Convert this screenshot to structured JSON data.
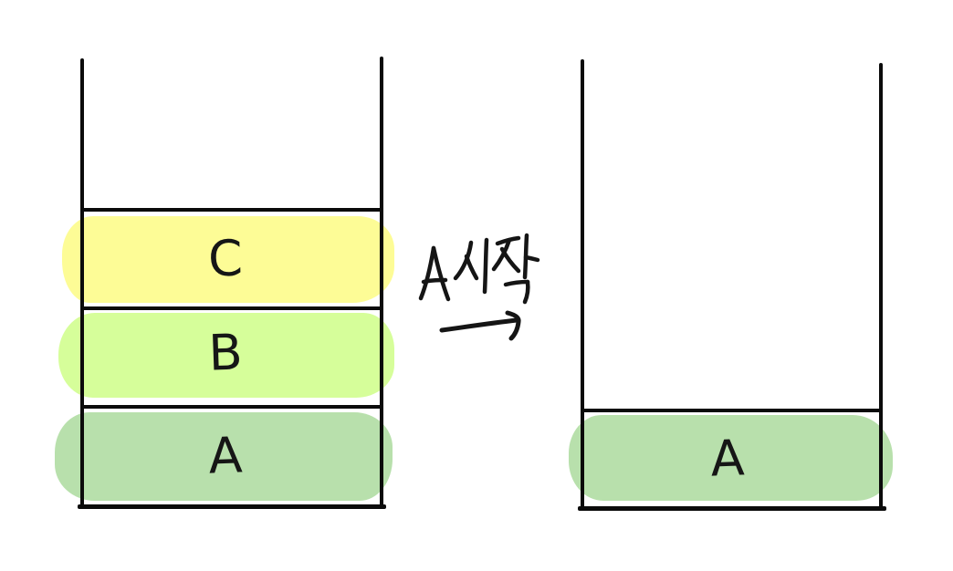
{
  "colors": {
    "ink": "#0b0b0b",
    "background": "#ffffff",
    "highlight_yellow": "#fdfc96",
    "highlight_light_green": "#d6fe9a",
    "highlight_green": "#b8e0ac"
  },
  "left_stack": {
    "items": [
      {
        "label": "C",
        "color": "#fdfc96"
      },
      {
        "label": "B",
        "color": "#d6fe9a"
      },
      {
        "label": "A",
        "color": "#b8e0ac"
      }
    ]
  },
  "transition": {
    "label": "A 시작",
    "arrow": "→"
  },
  "right_stack": {
    "items": [
      {
        "label": "A",
        "color": "#b8e0ac"
      }
    ]
  }
}
